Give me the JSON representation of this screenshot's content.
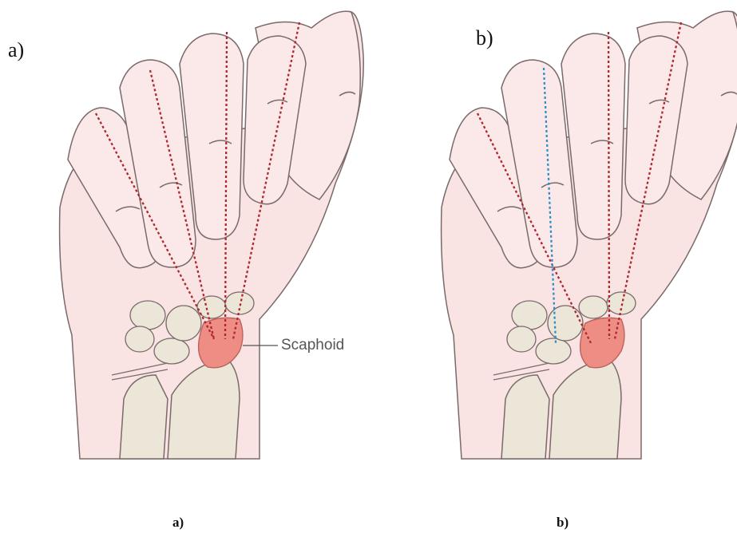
{
  "figure": {
    "panel_a_label": "a)",
    "panel_b_label": "b)",
    "caption_a": "a)",
    "caption_b": "b)",
    "callout": "Scaphoid"
  },
  "colors": {
    "skin": "#f9e3e3",
    "skin_outline": "#7a6a6a",
    "bone": "#ebe6d8",
    "scaphoid": "#ee8d84",
    "red_line": "#b0262f",
    "blue_line": "#2f8fc7"
  }
}
